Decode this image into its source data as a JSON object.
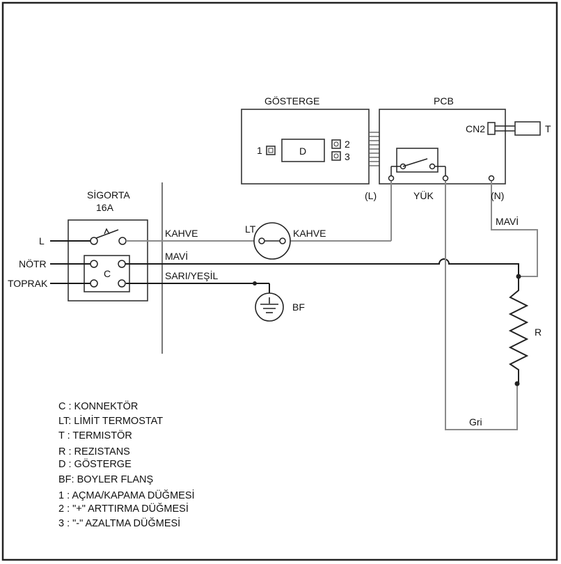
{
  "labels": {
    "gosterge": "GÖSTERGE",
    "pcb": "PCB",
    "cn2": "CN2",
    "t": "T",
    "btn1": "1",
    "btn2": "2",
    "btn3": "3",
    "d": "D",
    "l_paren": "(L)",
    "yuk": "YÜK",
    "n_paren": "(N)",
    "sigorta": "SİGORTA",
    "amp": "16A",
    "l": "L",
    "notr": "NÖTR",
    "toprak": "TOPRAK",
    "c": "C",
    "kahve1": "KAHVE",
    "lt": "LT",
    "kahve2": "KAHVE",
    "mavi1": "MAVİ",
    "mavi2": "MAVİ",
    "sari": "SARI/YEŞİL",
    "bf": "BF",
    "r": "R",
    "gri": "Gri"
  },
  "legend": [
    "C : KONNEKTÖR",
    "LT: LİMİT TERMOSTAT",
    "T : TERMISTÖR",
    "R : REZISTANS",
    "D : GÖSTERGE",
    "BF: BOYLER FLANŞ",
    "1 : AÇMA/KAPAMA DÜĞMESİ",
    "2 : \"+\" ARTTIRMA DÜĞMESİ",
    "3 : \"-\" AZALTMA DÜĞMESİ"
  ]
}
